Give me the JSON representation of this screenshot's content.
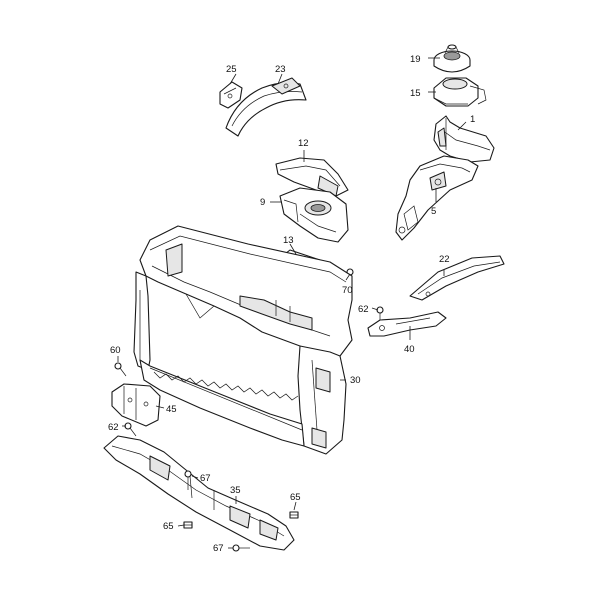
{
  "diagram": {
    "type": "exploded-parts-diagram",
    "callouts": [
      {
        "id": "19",
        "label": "19",
        "part": "strut-mount-bearing"
      },
      {
        "id": "15",
        "label": "15",
        "part": "strut-mount"
      },
      {
        "id": "1",
        "label": "1",
        "part": "strut-tower-panel"
      },
      {
        "id": "5",
        "label": "5",
        "part": "strut-tower-support"
      },
      {
        "id": "25",
        "label": "25",
        "part": "wheelhouse-bracket"
      },
      {
        "id": "23",
        "label": "23",
        "part": "wheelhouse-arch"
      },
      {
        "id": "12",
        "label": "12",
        "part": "air-duct-cover"
      },
      {
        "id": "9",
        "label": "9",
        "part": "air-intake-duct"
      },
      {
        "id": "13",
        "label": "13",
        "part": "duct-bracket"
      },
      {
        "id": "70",
        "label": "70",
        "part": "screw"
      },
      {
        "id": "22",
        "label": "22",
        "part": "longitudinal-member-cover"
      },
      {
        "id": "62a",
        "label": "62",
        "part": "bolt"
      },
      {
        "id": "40",
        "label": "40",
        "part": "support-bracket"
      },
      {
        "id": "30",
        "label": "30",
        "part": "radiator-support-frame"
      },
      {
        "id": "60",
        "label": "60",
        "part": "bolt"
      },
      {
        "id": "45",
        "label": "45",
        "part": "side-bracket"
      },
      {
        "id": "62b",
        "label": "62",
        "part": "bolt"
      },
      {
        "id": "67a",
        "label": "67",
        "part": "bolt"
      },
      {
        "id": "35",
        "label": "35",
        "part": "bumper-carrier"
      },
      {
        "id": "65a",
        "label": "65",
        "part": "clip-nut"
      },
      {
        "id": "65b",
        "label": "65",
        "part": "clip-nut"
      },
      {
        "id": "67b",
        "label": "67",
        "part": "bolt"
      }
    ]
  }
}
